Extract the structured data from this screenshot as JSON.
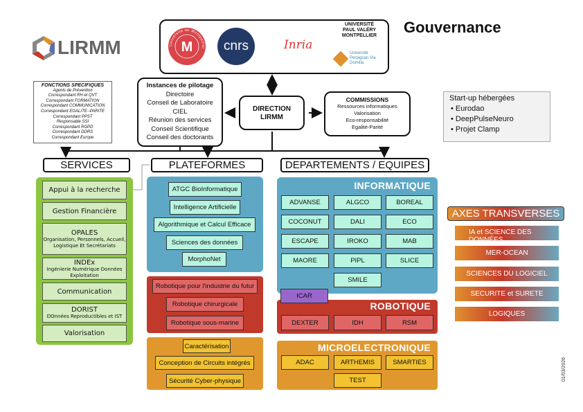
{
  "title": "Gouvernance",
  "logo": {
    "text": "LIRMM"
  },
  "partners": [
    "Université de Montpellier",
    "cnrs",
    "Inria",
    "Université Paul Valéry Montpellier",
    "Université Perpignan Via Domitia"
  ],
  "fonctions": {
    "title": "FONCTIONS SPECIFIQUES",
    "items": [
      "Agents de Prévention",
      "Correspondant RH et QVT",
      "Correspondant FORMATION",
      "Correspondant COMMUNICATION",
      "Correspondant EGALITE--PARITE",
      "Correspondant PPST",
      "Responsable SSI",
      "Correspondant RGPD",
      "Correspondant DDRS",
      "Correspondant Europe"
    ]
  },
  "instances": {
    "title": "Instances de pilotage",
    "items": [
      "Directoire",
      "Conseil de Laboratoire",
      "CIEL",
      "Réunion des services",
      "Conseil Scientifique",
      "Conseil des doctorants"
    ]
  },
  "direction": {
    "line1": "DIRECTION",
    "line2": "LIRMM"
  },
  "commissions": {
    "title": "COMMISSIONS",
    "items": [
      "Ressources informatiques",
      "Valorisation",
      "Eco-responsabilité",
      "Egalité-Parité"
    ]
  },
  "startups": {
    "title": "Start-up hébergées",
    "items": [
      "Eurodao",
      "DeepPulseNeuro",
      "Projet Clamp"
    ]
  },
  "headers": {
    "services": "SERVICES",
    "plateformes": "PLATEFORMES",
    "departements": "DEPARTEMENTS / EQUIPES"
  },
  "services": [
    {
      "name": "Appui à la recherche"
    },
    {
      "name": "Gestion Financière"
    },
    {
      "name": "OPALES",
      "sub": "Organisation, Personnels, Accueil, Logistique Et Secrétariats"
    },
    {
      "name": "INDEx",
      "sub": "Ingénierie Numérique Données Exploitation"
    },
    {
      "name": "Communication"
    },
    {
      "name": "DORIST",
      "sub": "DOnnées Reproductibles et IST"
    },
    {
      "name": "Valorisation"
    }
  ],
  "plateformes": {
    "info": [
      "ATGC BioInformatique",
      "Intelligence Artificielle",
      "Algorithmique et Calcul Efficace",
      "Sciences des données",
      "MorphoNet"
    ],
    "robot": [
      "Robotique pour l'industrie du futur",
      "Robotique chirurgicale",
      "Robotique sous-marine"
    ],
    "micro": [
      "Caractérisation",
      "Conception de Circuits intégrés",
      "Sécurité Cyber-physique"
    ]
  },
  "departements": {
    "informatique": {
      "title": "INFORMATIQUE",
      "teams": [
        "ADVANSE",
        "ALGCO",
        "BOREAL",
        "COCONUT",
        "DALI",
        "ECO",
        "ESCAPE",
        "IROKO",
        "MAB",
        "MAORE",
        "PIPL",
        "SLICE",
        "SMILE"
      ]
    },
    "icar": "ICAR",
    "robotique": {
      "title": "ROBOTIQUE",
      "teams": [
        "DEXTER",
        "IDH",
        "RSM"
      ]
    },
    "micro": {
      "title": "MICROELECTRONIQUE",
      "teams": [
        "ADAC",
        "ARTHEMIS",
        "SMARTIES",
        "TEST"
      ]
    }
  },
  "axes": {
    "title": "AXES TRANSVERSES",
    "items": [
      "IA et SCIENCE DES DONNÉES",
      "MER-OCEAN",
      "SCIENCES DU LOGICIEL",
      "SECURITE et SURETE",
      "LOGIQUES"
    ]
  },
  "date": "01/03/2026",
  "colors": {
    "services": "#8cc63f",
    "plateformes_info": "#5ea8c6",
    "robotique": "#c0392b",
    "micro": "#e0982e",
    "mint": "#b8f5e0",
    "icar": "#9966cc"
  }
}
